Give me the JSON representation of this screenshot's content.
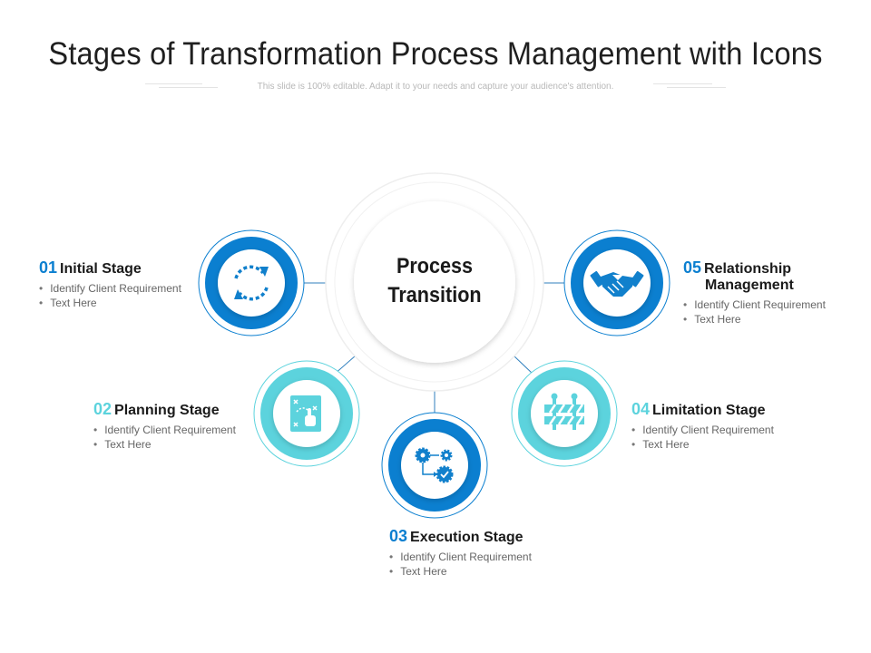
{
  "page": {
    "title": "Stages of Transformation Process Management with Icons",
    "subtitle": "This slide is 100% editable. Adapt it to your needs and capture your audience's attention."
  },
  "colors": {
    "dark_blue": "#0b7fd0",
    "light_teal": "#5cd3dd",
    "line": "#2f7fbe"
  },
  "center": {
    "line1": "Process",
    "line2": "Transition"
  },
  "stages": [
    {
      "num": "01",
      "name": "Initial Stage",
      "icon": "refresh-arrows-icon",
      "bullets": [
        "Identify Client Requirement",
        "Text Here"
      ]
    },
    {
      "num": "02",
      "name": "Planning Stage",
      "icon": "strategy-board-icon",
      "bullets": [
        "Identify Client Requirement",
        "Text Here"
      ]
    },
    {
      "num": "03",
      "name": "Execution Stage",
      "icon": "gears-flow-icon",
      "bullets": [
        "Identify Client Requirement",
        "Text Here"
      ]
    },
    {
      "num": "04",
      "name": "Limitation Stage",
      "icon": "barrier-icon",
      "bullets": [
        "Identify Client Requirement",
        "Text Here"
      ]
    },
    {
      "num": "05",
      "name": "Relationship",
      "name2": "Management",
      "icon": "handshake-icon",
      "bullets": [
        "Identify Client Requirement",
        "Text Here"
      ]
    }
  ]
}
